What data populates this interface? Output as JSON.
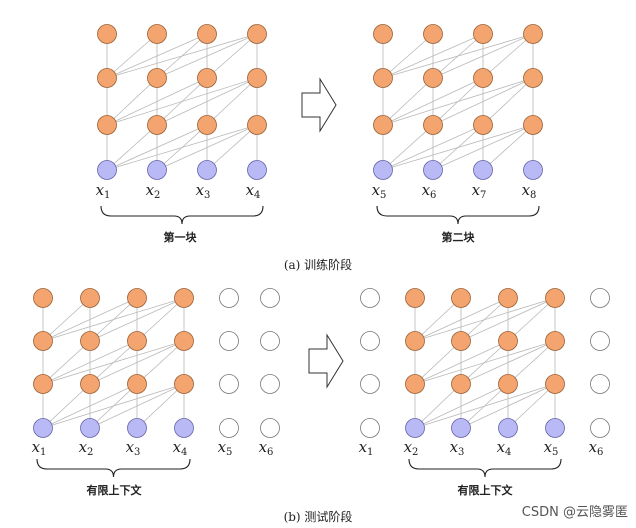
{
  "colors": {
    "hidden": "#f4a46e",
    "hidden_stroke": "#9a6036",
    "input": "#b9b9f6",
    "input_stroke": "#6464a8",
    "empty_stroke": "#777777",
    "edge": "#b8b8b8"
  },
  "panel_a": {
    "caption": "(a) 训练阶段",
    "left": {
      "labels": [
        "x1",
        "x2",
        "x3",
        "x4"
      ],
      "brace_label": "第一块"
    },
    "right": {
      "labels": [
        "x5",
        "x6",
        "x7",
        "x8"
      ],
      "brace_label": "第二块"
    }
  },
  "panel_b": {
    "caption": "(b) 测试阶段",
    "left": {
      "labels": [
        "x1",
        "x2",
        "x3",
        "x4",
        "x5",
        "x6"
      ],
      "active": [
        0,
        1,
        2,
        3
      ],
      "brace_label": "有限上下文"
    },
    "right": {
      "labels": [
        "x1",
        "x2",
        "x3",
        "x4",
        "x5",
        "x6"
      ],
      "active": [
        1,
        2,
        3,
        4
      ],
      "brace_label": "有限上下文"
    }
  },
  "watermark": "CSDN @云隐雾匿"
}
